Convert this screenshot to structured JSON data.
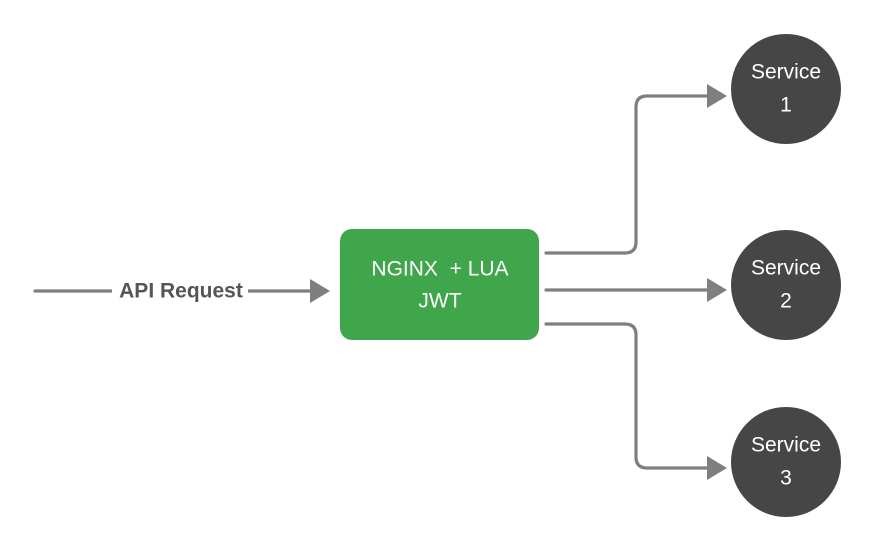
{
  "diagram": {
    "input_label": "API Request",
    "gateway": {
      "line1": "NGINX  + LUA",
      "line2": "JWT"
    },
    "services": [
      {
        "line1": "Service",
        "line2": "1"
      },
      {
        "line1": "Service",
        "line2": "2"
      },
      {
        "line1": "Service",
        "line2": "3"
      }
    ]
  },
  "colors": {
    "gateway_fill": "#3fa64b",
    "service_fill": "#464646",
    "connector": "#7f7f7f",
    "node_text": "#ffffff",
    "label_text": "#555555"
  }
}
